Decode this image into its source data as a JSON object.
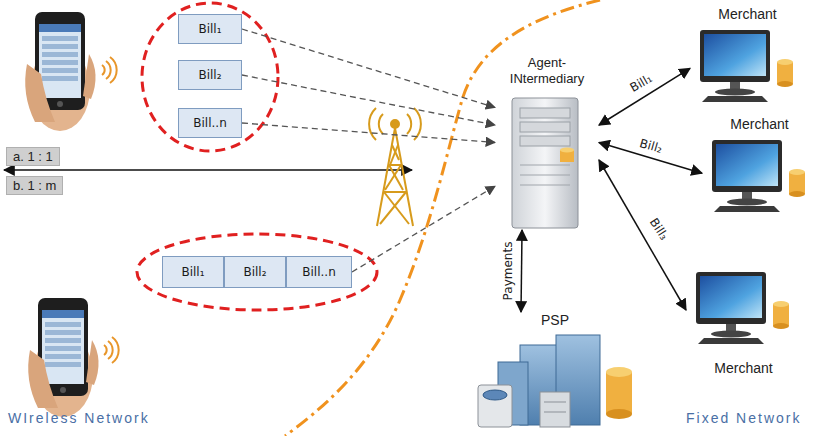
{
  "diagram": {
    "nodes": [
      {
        "text": [
          "Bill₁"
        ]
      },
      {
        "text": [
          "Bill₂"
        ]
      },
      {
        "text": [
          "Bill..n"
        ]
      },
      {
        "text": [
          "Bill₁"
        ]
      },
      {
        "text": [
          "Bill₂"
        ]
      },
      {
        "text": [
          "Bill..n"
        ]
      },
      {
        "text": [
          "Agent- INtermediary"
        ]
      },
      {
        "text": [
          "Merchant"
        ]
      },
      {
        "text": [
          "Merchant"
        ]
      },
      {
        "text": [
          "Merchant"
        ]
      },
      {
        "text": [
          "PSP"
        ]
      }
    ],
    "edges": [
      {
        "from": 0,
        "to": 6,
        "arrow": "to"
      },
      {
        "from": 1,
        "to": 6,
        "arrow": "to"
      },
      {
        "from": 2,
        "to": 6,
        "arrow": "to"
      },
      {
        "from": 5,
        "to": 6,
        "arrow": "to"
      },
      {
        "from": 6,
        "to": 7,
        "label": "Bill₁",
        "arrow": "both"
      },
      {
        "from": 6,
        "to": 8,
        "label": "Bill₂",
        "arrow": "both"
      },
      {
        "from": 6,
        "to": 9,
        "label": "Bill₃",
        "arrow": "both"
      },
      {
        "from": 6,
        "to": 10,
        "label": "Payments",
        "arrow": "both"
      }
    ],
    "labels": [
      "a. 1 : 1",
      "b. 1 : m",
      "WIreless Network",
      "Fixed Network"
    ]
  }
}
